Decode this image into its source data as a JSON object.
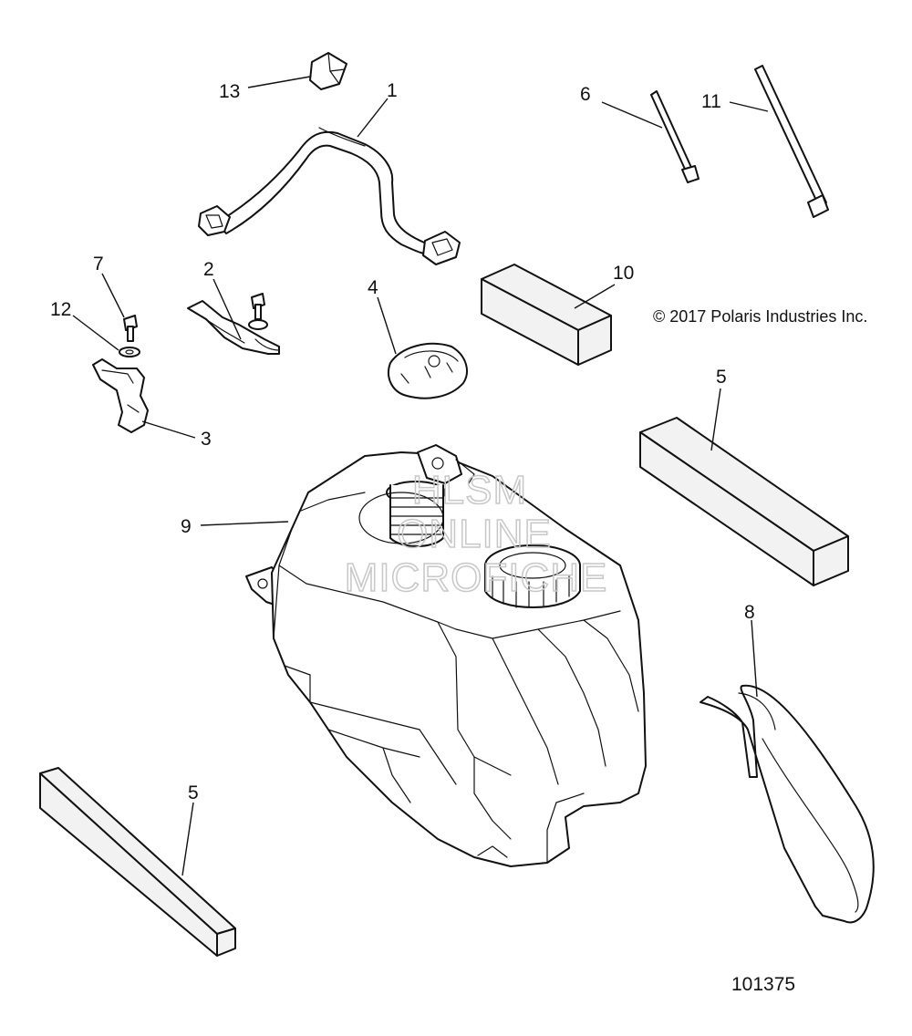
{
  "copyright": "© 2017 Polaris Industries Inc.",
  "drawing_number": "101375",
  "watermark": {
    "line1": "HLSM",
    "line2": "ONLINE",
    "line3": "MICROFICHE"
  },
  "callouts": {
    "c1": "1",
    "c2": "2",
    "c3": "3",
    "c4": "4",
    "c5a": "5",
    "c5b": "5",
    "c6": "6",
    "c7": "7",
    "c8": "8",
    "c9": "9",
    "c10": "10",
    "c11": "11",
    "c12": "12",
    "c13": "13"
  }
}
